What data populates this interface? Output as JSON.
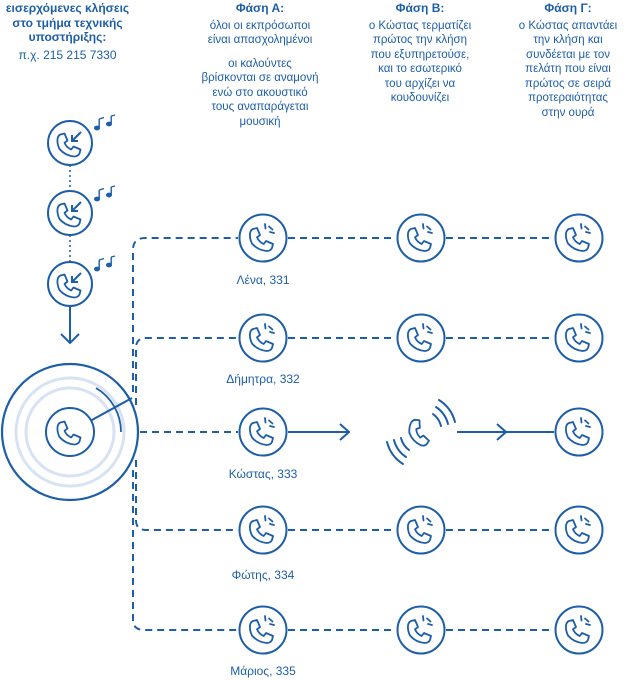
{
  "intro": {
    "line1": "εισερχόμενες κλήσεις",
    "line2": "στο τμήμα τεχνικής",
    "line3": "υποστήριξης:",
    "example": "π.χ. 215 215 7330"
  },
  "phases": [
    {
      "title": "Φάση Α:",
      "text1": [
        "όλοι οι εκπρόσωποι",
        "είναι απασχολημένοι"
      ],
      "text2": [
        "οι καλούντες",
        "βρίσκονται σε αναμονή",
        "ενώ στο ακουστικό",
        "τους αναπαράγεται",
        "μουσική"
      ]
    },
    {
      "title": "Φάση Β:",
      "text1": [
        "ο Κώστας τερματίζει",
        "πρώτος την κλήση",
        "που εξυπηρετούσε,",
        "και το εσωτερικό",
        "του αρχίζει να",
        "κουδουνίζει"
      ]
    },
    {
      "title": "Φάση Γ:",
      "text1": [
        "ο Κώστας απαντάει",
        "την κλήση και",
        "συνδέεται με τον",
        "πελάτη που είναι",
        "πρώτος σε σειρά",
        "προτεραιότητας",
        "στην ουρά"
      ]
    }
  ],
  "agents": [
    {
      "label": "Λένα, 331"
    },
    {
      "label": "Δήμητρα, 332"
    },
    {
      "label": "Κώστας, 333"
    },
    {
      "label": "Φώτης, 334"
    },
    {
      "label": "Μάριος, 335"
    }
  ],
  "colors": {
    "primary": "#1d5ea8",
    "light": "#d7e3f2"
  },
  "icons": [
    "incoming-call-icon",
    "music-note-icon",
    "phone-icon",
    "ringing-phone-icon",
    "arrow-right-icon"
  ]
}
